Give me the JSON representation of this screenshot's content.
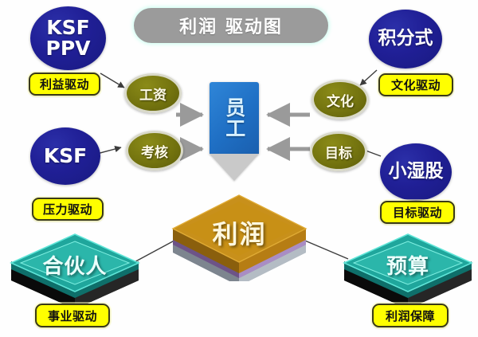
{
  "header": {
    "title": "利润 驱动图",
    "pill_color": "#9b9b9b"
  },
  "palette": {
    "blue_node": "#201f96",
    "olive_node": "#74740f",
    "yellow_label": "#ffff00",
    "employee_blue": "#1f6fc4",
    "profit_gold": "#c8901b",
    "block_teal": "#1f9e96",
    "arrow_gray": "#9a9a9a",
    "arrow_dark": "#4a4a4a"
  },
  "nodes": {
    "ksf_ppv": {
      "label": "KSF\nPPV",
      "line1": "KSF",
      "line2": "PPV"
    },
    "ksf": {
      "label": "KSF"
    },
    "jifenshi": {
      "label": "积分式"
    },
    "xiaoshigu": {
      "label": "小湿股"
    },
    "gongzi": {
      "label": "工资"
    },
    "kaohe": {
      "label": "考核"
    },
    "wenhua": {
      "label": "文化"
    },
    "mubiao": {
      "label": "目标"
    },
    "yuangong": {
      "label": "员工"
    },
    "lirun": {
      "label": "利润"
    },
    "hehuoren": {
      "label": "合伙人"
    },
    "yusuan": {
      "label": "预算"
    }
  },
  "drivers": {
    "liyi": "利益驱动",
    "yali": "压力驱动",
    "wenhua": "文化驱动",
    "mubiao": "目标驱动",
    "shiye": "事业驱动",
    "lirun_baozhang": "利润保障"
  }
}
